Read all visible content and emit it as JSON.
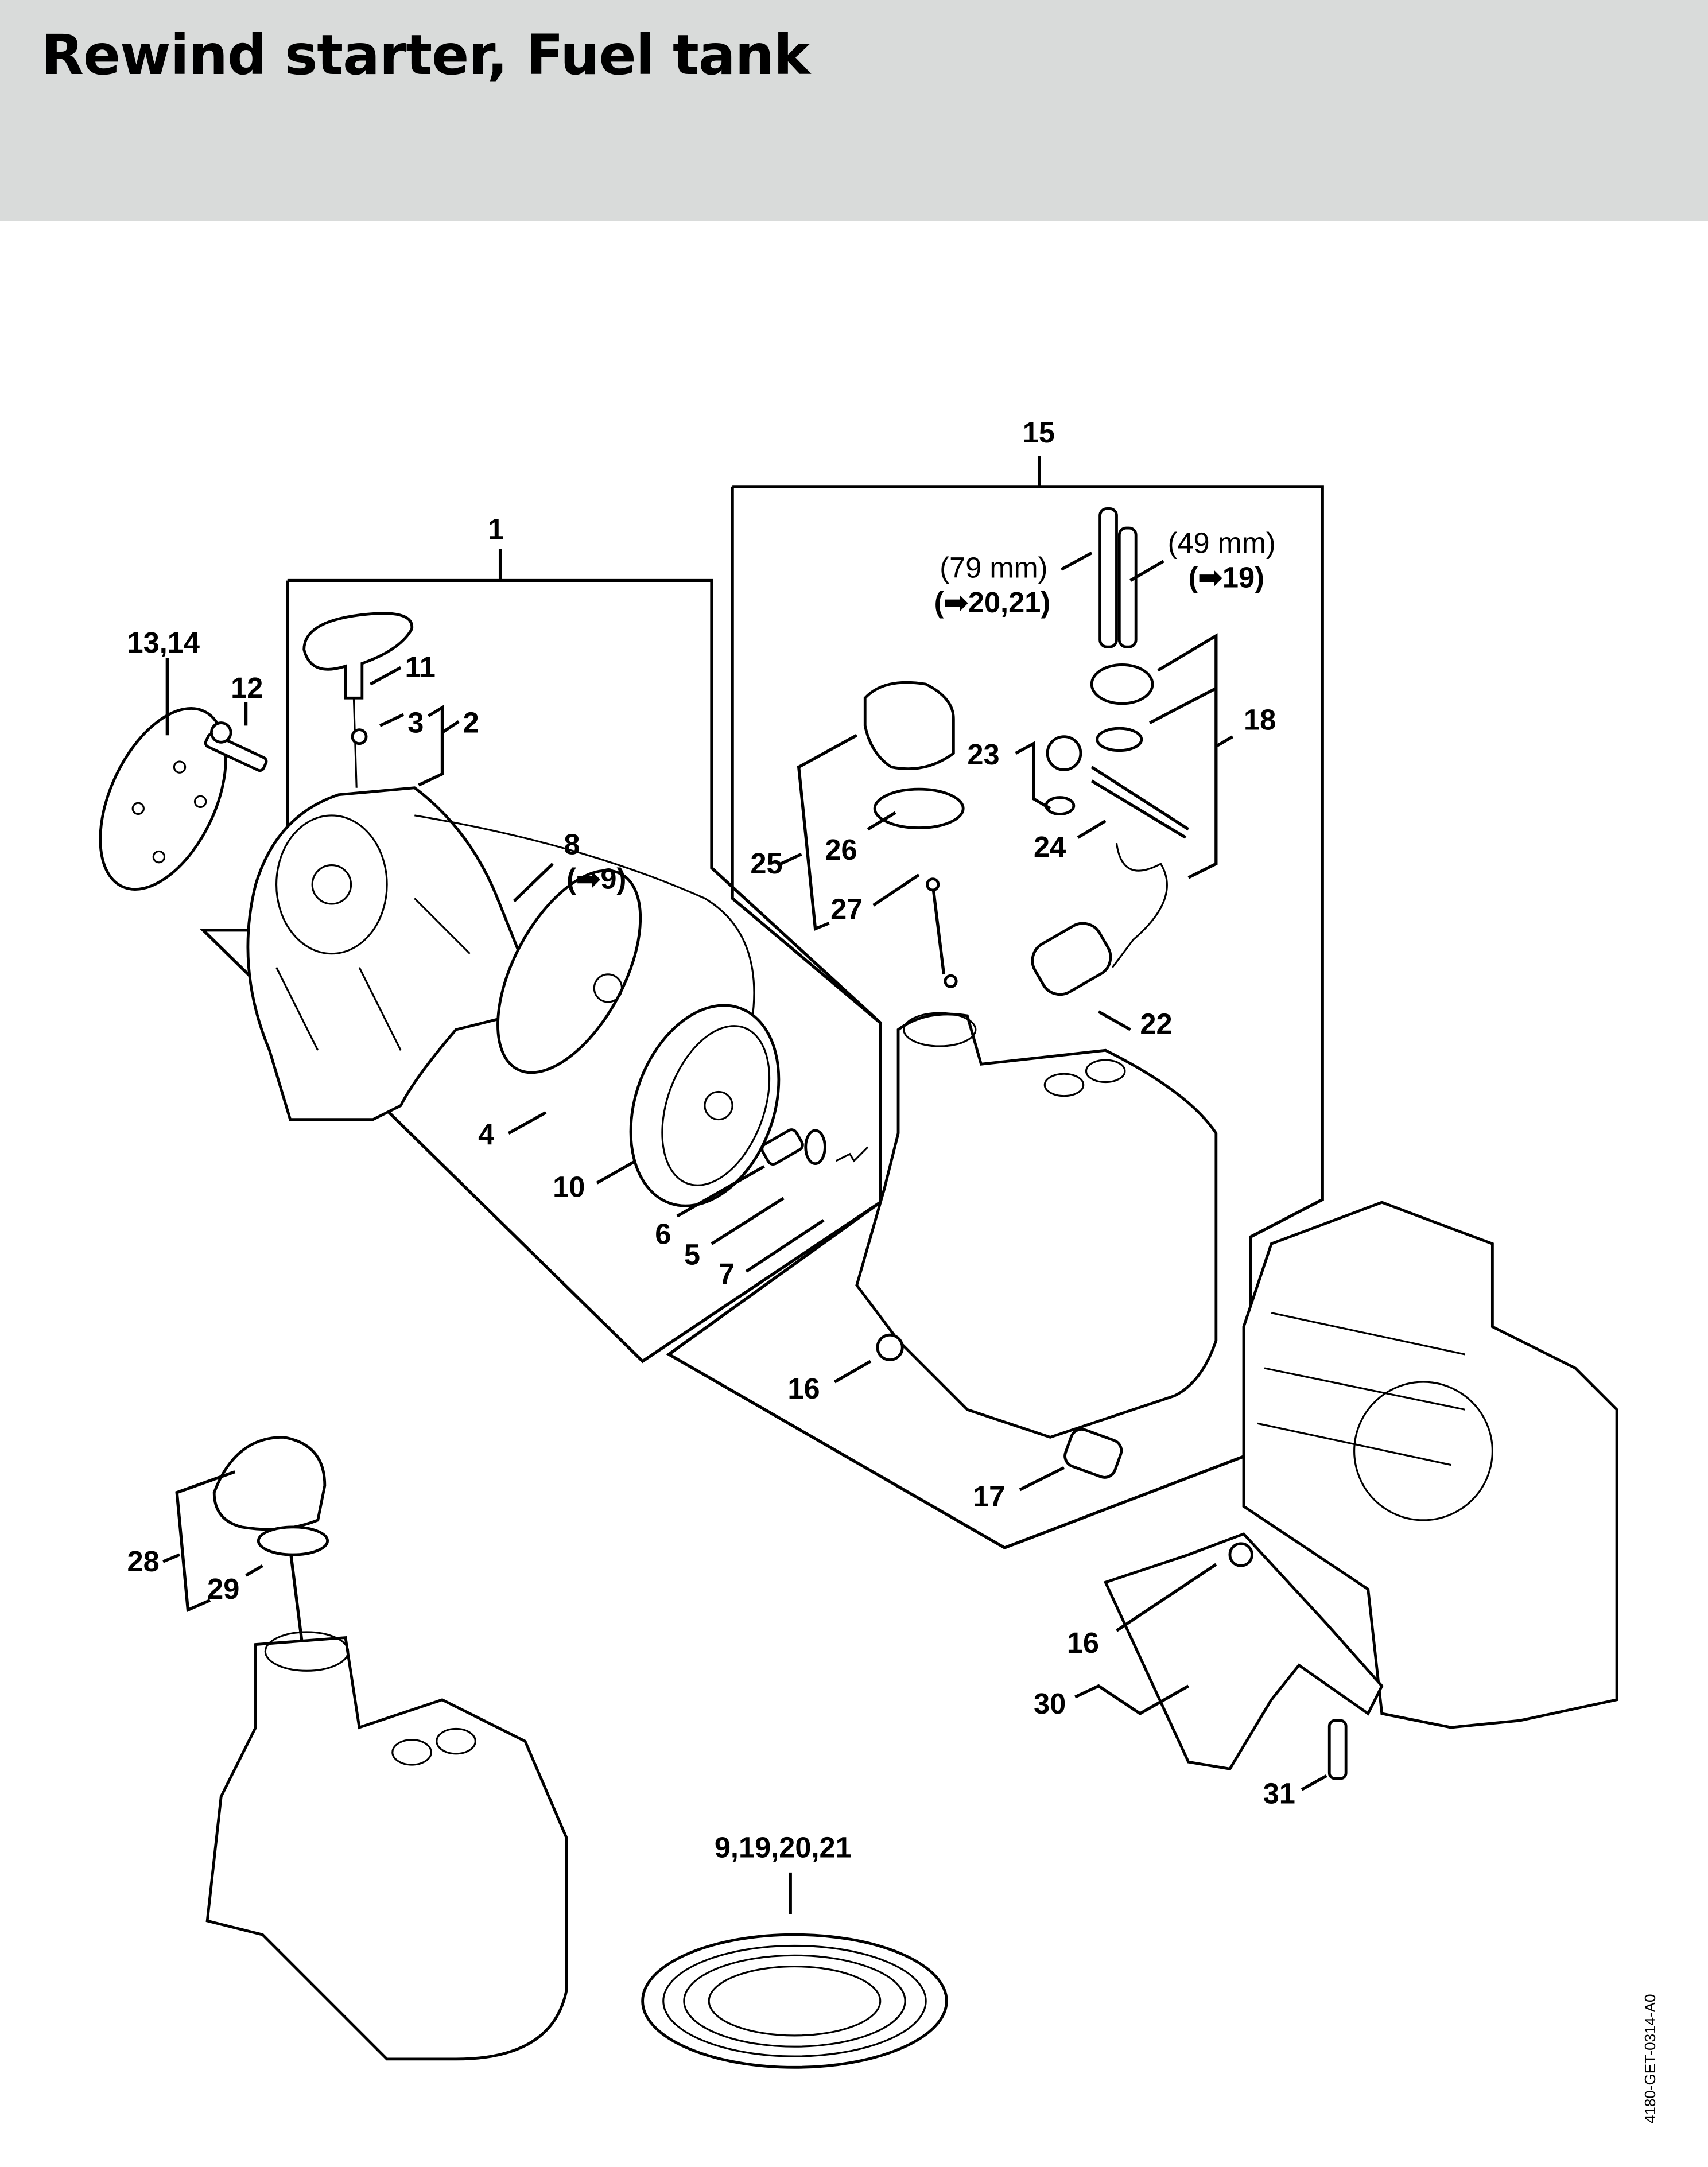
{
  "header": {
    "title": "Rewind starter, Fuel tank",
    "background": "#d9dbda"
  },
  "diagram_code": "4180-GET-0314-A0",
  "groups": {
    "rewind_starter": {
      "label": "1"
    },
    "fuel_tank": {
      "label": "15"
    }
  },
  "callouts": {
    "c1": "1",
    "c2": "2",
    "c3": "3",
    "c4": "4",
    "c5": "5",
    "c6": "6",
    "c7": "7",
    "c8": "8",
    "c8ref": "(➡9)",
    "c10": "10",
    "c11": "11",
    "c12": "12",
    "c1314": "13,14",
    "c15": "15",
    "c16a": "16",
    "c16b": "16",
    "c17": "17",
    "c18": "18",
    "c22": "22",
    "c23": "23",
    "c24": "24",
    "c25": "25",
    "c26": "26",
    "c27": "27",
    "c28": "28",
    "c29": "29",
    "c30": "30",
    "c31": "31",
    "c_hose": "9,19,20,21"
  },
  "hose_notes": {
    "long": {
      "length": "(79 mm)",
      "ref": "(➡20,21)"
    },
    "short": {
      "length": "(49 mm)",
      "ref": "(➡19)"
    }
  }
}
